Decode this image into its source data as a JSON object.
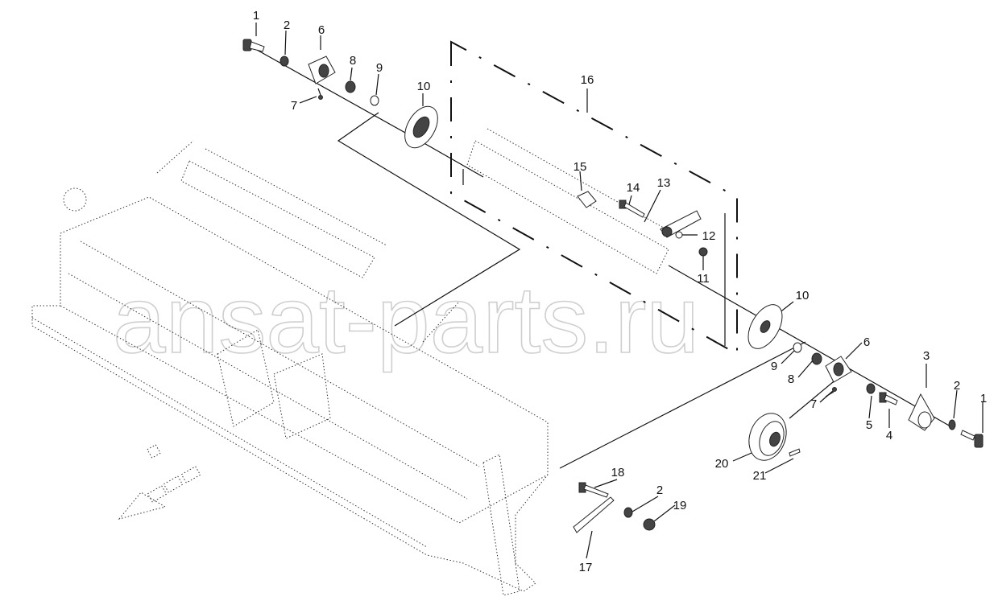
{
  "watermark": "ansat-parts.ru",
  "callouts": [
    {
      "id": "c1a",
      "label": "1"
    },
    {
      "id": "c2a",
      "label": "2"
    },
    {
      "id": "c6a",
      "label": "6"
    },
    {
      "id": "c7a",
      "label": "7"
    },
    {
      "id": "c8a",
      "label": "8"
    },
    {
      "id": "c9a",
      "label": "9"
    },
    {
      "id": "c10a",
      "label": "10"
    },
    {
      "id": "c16",
      "label": "16"
    },
    {
      "id": "c15",
      "label": "15"
    },
    {
      "id": "c14",
      "label": "14"
    },
    {
      "id": "c13",
      "label": "13"
    },
    {
      "id": "c12",
      "label": "12"
    },
    {
      "id": "c11",
      "label": "11"
    },
    {
      "id": "c10b",
      "label": "10"
    },
    {
      "id": "c6b",
      "label": "6"
    },
    {
      "id": "c9b",
      "label": "9"
    },
    {
      "id": "c8b",
      "label": "8"
    },
    {
      "id": "c7b",
      "label": "7"
    },
    {
      "id": "c3",
      "label": "3"
    },
    {
      "id": "c2b",
      "label": "2"
    },
    {
      "id": "c1b",
      "label": "1"
    },
    {
      "id": "c5",
      "label": "5"
    },
    {
      "id": "c4",
      "label": "4"
    },
    {
      "id": "c20",
      "label": "20"
    },
    {
      "id": "c21",
      "label": "21"
    },
    {
      "id": "c18",
      "label": "18"
    },
    {
      "id": "c2c",
      "label": "2"
    },
    {
      "id": "c19",
      "label": "19"
    },
    {
      "id": "c17",
      "label": "17"
    }
  ]
}
